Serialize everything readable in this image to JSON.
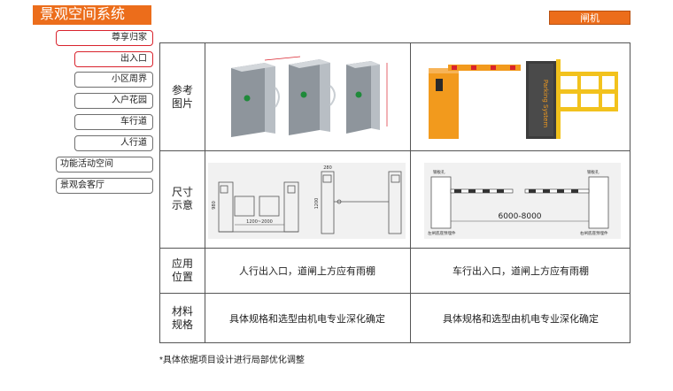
{
  "header": {
    "title": "景观空间系统",
    "tag": "闸机"
  },
  "nav": {
    "items": [
      {
        "label": "尊享归家"
      },
      {
        "label": "出入口"
      },
      {
        "label": "小区周界"
      },
      {
        "label": "入户花园"
      },
      {
        "label": "车行道"
      },
      {
        "label": "人行道"
      },
      {
        "label": "功能活动空间"
      },
      {
        "label": "景观会客厅"
      }
    ]
  },
  "table": {
    "rows": {
      "reference": "参考\n图片",
      "dimension": "尺寸\n示意",
      "location": "应用\n位置",
      "material": "材料\n规格"
    },
    "pedestrian": {
      "location": "人行出入口，道闸上方应有雨棚",
      "material": "具体规格和选型由机电专业深化确定",
      "drawing_width": "1200~2000",
      "drawing_height_left": "980",
      "drawing_height_right": "1200",
      "drawing_top": "280"
    },
    "vehicle": {
      "location": "车行出入口，道闸上方应有雨棚",
      "material": "具体规格和选型由机电专业深化确定",
      "drawing_span": "6000-8000",
      "drawing_hole_left": "钢板孔",
      "drawing_hole_right": "钢板孔",
      "drawing_base_left": "左闸底座预埋件",
      "drawing_base_right": "右闸底座预埋件",
      "panel_text": "Parking System"
    }
  },
  "footnote": "*具体依据项目设计进行局部优化调整",
  "colors": {
    "accent": "#ec6d1b",
    "highlight": "#d9232d",
    "barrier": "#f29a1d"
  }
}
